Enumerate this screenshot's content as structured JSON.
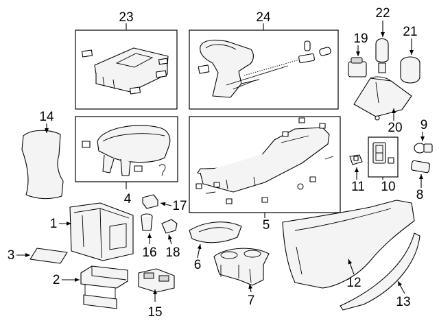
{
  "callouts": {
    "c1": "1",
    "c2": "2",
    "c3": "3",
    "c4": "4",
    "c5": "5",
    "c6": "6",
    "c7": "7",
    "c8": "8",
    "c9": "9",
    "c10": "10",
    "c11": "11",
    "c12": "12",
    "c13": "13",
    "c14": "14",
    "c15": "15",
    "c16": "16",
    "c17": "17",
    "c18": "18",
    "c19": "19",
    "c20": "20",
    "c21": "21",
    "c22": "22",
    "c23": "23",
    "c24": "24"
  },
  "colors": {
    "line": "#000000",
    "fill": "#f4f4f4",
    "background": "#ffffff"
  }
}
